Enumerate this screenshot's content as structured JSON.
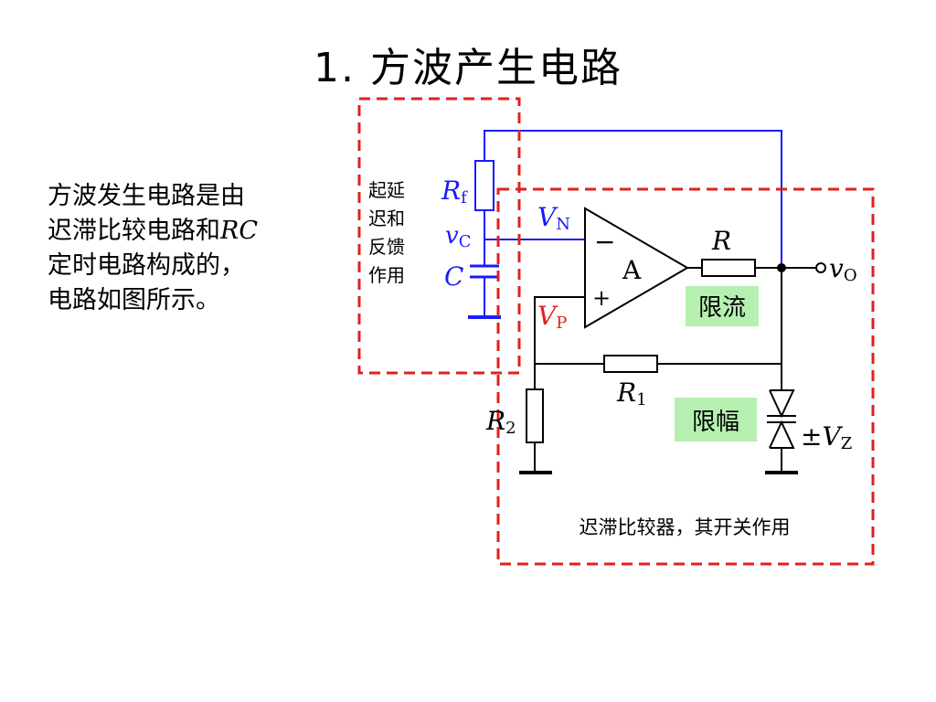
{
  "title": "1. 方波产生电路",
  "description": {
    "line1": "方波发生电路是由",
    "line2_prefix": "迟滞比较电路和",
    "line2_italic": "RC",
    "line3": "定时电路构成的，",
    "line4": "电路如图所示。"
  },
  "left_box": {
    "label_lines": [
      "起延",
      "迟和",
      "反馈",
      "作用"
    ]
  },
  "right_box": {
    "caption": "迟滞比较器，其开关作用"
  },
  "components": {
    "Rf": {
      "main": "R",
      "sub": "f"
    },
    "vC": {
      "main": "v",
      "sub": "C"
    },
    "C": {
      "main": "C"
    },
    "VN": {
      "main": "V",
      "sub": "N"
    },
    "VP": {
      "main": "V",
      "sub": "P"
    },
    "R": {
      "main": "R"
    },
    "R1": {
      "main": "R",
      "sub": "1"
    },
    "R2": {
      "main": "R",
      "sub": "2"
    },
    "vO": {
      "main": "v",
      "sub": "O"
    },
    "Vz": {
      "prefix": "±",
      "main": "V",
      "sub": "Z"
    },
    "opamp": {
      "label": "A",
      "minus": "−",
      "plus": "+"
    }
  },
  "tags": {
    "current_limit": "限流",
    "amplitude_limit": "限幅"
  },
  "colors": {
    "blue_wire": "#1a1aff",
    "black_wire": "#000000",
    "dashed_box": "#e02020",
    "tag_bg": "#b6f0b0"
  }
}
